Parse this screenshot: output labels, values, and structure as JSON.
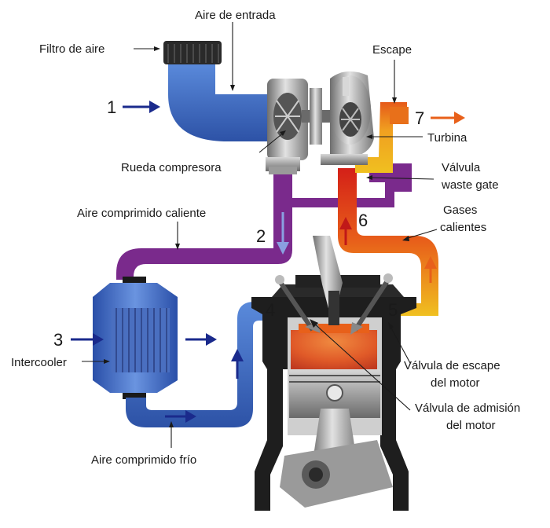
{
  "labels": {
    "air_filter": "Filtro de aire",
    "intake_air": "Aire de entrada",
    "exhaust": "Escape",
    "turbine": "Turbina",
    "compressor_wheel": "Rueda compresora",
    "wastegate_line1": "Válvula",
    "wastegate_line2": "waste gate",
    "hot_compressed_air": "Aire comprimido caliente",
    "hot_gases_line1": "Gases",
    "hot_gases_line2": "calientes",
    "intercooler": "Intercooler",
    "exhaust_valve_line1": "Válvula de escape",
    "exhaust_valve_line2": "del motor",
    "intake_valve_line1": "Válvula de admisión",
    "intake_valve_line2": "del motor",
    "cold_compressed_air": "Aire comprimido frío"
  },
  "numbers": {
    "n1": "1",
    "n2": "2",
    "n3": "3",
    "n4": "4",
    "n5": "5",
    "n6": "6",
    "n7": "7"
  },
  "colors": {
    "cold_air": "#3a5fb0",
    "compressed_hot": "#7a2a8c",
    "exhaust_hot": "#e8b420",
    "exhaust_red": "#d42a1a",
    "metal": "#8a8a8a"
  }
}
